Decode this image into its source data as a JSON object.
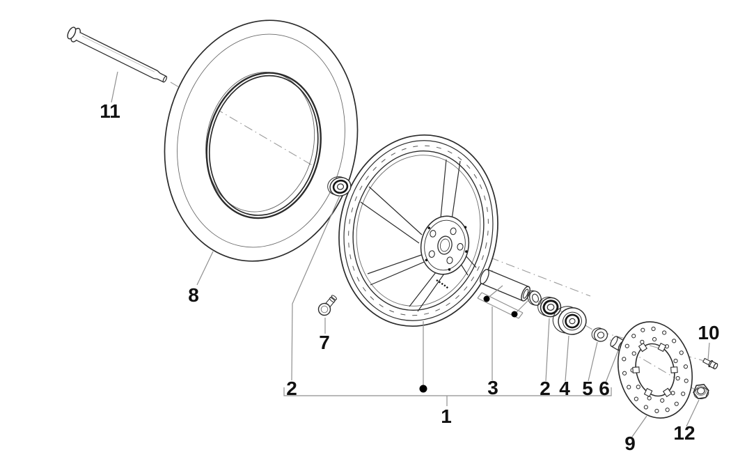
{
  "colors": {
    "background": "#ffffff",
    "part_line": "#2b2b2b",
    "leader_line": "#8f8f8f",
    "axis_line": "#9a9a9a",
    "label_text": "#111111"
  },
  "callouts": {
    "c1": "1",
    "c2a": "2",
    "c2b": "2",
    "c3": "3",
    "c4": "4",
    "c5": "5",
    "c6": "6",
    "c7": "7",
    "c8": "8",
    "c9": "9",
    "c10": "10",
    "c11": "11",
    "c12": "12"
  }
}
